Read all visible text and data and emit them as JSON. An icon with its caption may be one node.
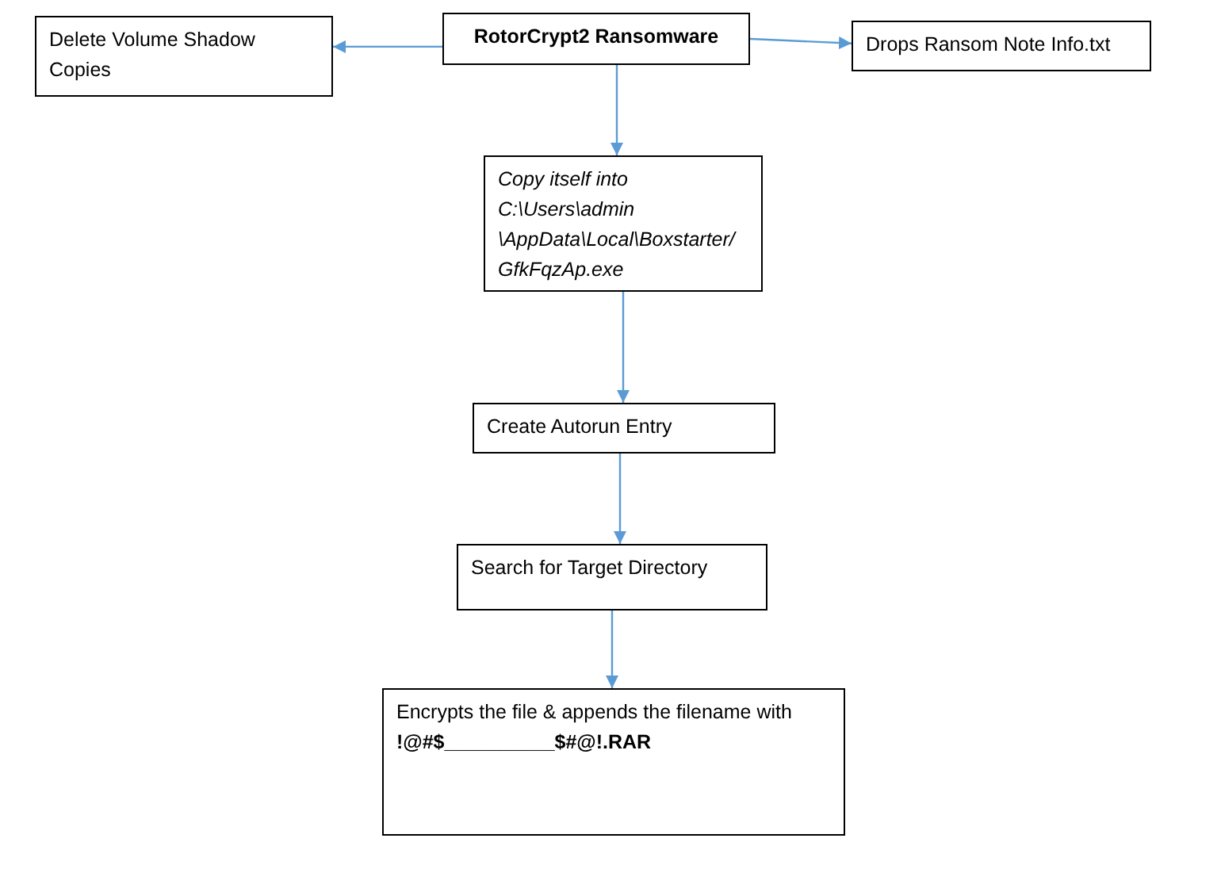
{
  "diagram": {
    "nodes": [
      {
        "text": [
          "RotorCrypt2 Ransomware"
        ]
      },
      {
        "text": [
          "Delete Volume Shadow Copies"
        ]
      },
      {
        "text": [
          "Drops Ransom Note Info.txt"
        ]
      },
      {
        "text": [
          "Copy itself into C:\\Users\\admin \\AppData\\Local\\Boxstarter/ GfkFqzAp.exe"
        ]
      },
      {
        "text": [
          "Create Autorun Entry"
        ]
      },
      {
        "text": [
          "Search for Target Directory"
        ]
      },
      {
        "text": [
          "Encrypts the file & appends the filename with **!@#$__________$#@!.RAR**"
        ]
      }
    ],
    "edges": [
      {
        "from": 0,
        "to": 1,
        "arrow": "to"
      },
      {
        "from": 0,
        "to": 2,
        "arrow": "to"
      },
      {
        "from": 0,
        "to": 3,
        "arrow": "to"
      },
      {
        "from": 3,
        "to": 4,
        "arrow": "to"
      },
      {
        "from": 4,
        "to": 5,
        "arrow": "to"
      },
      {
        "from": 5,
        "to": 6,
        "arrow": "to"
      }
    ]
  }
}
